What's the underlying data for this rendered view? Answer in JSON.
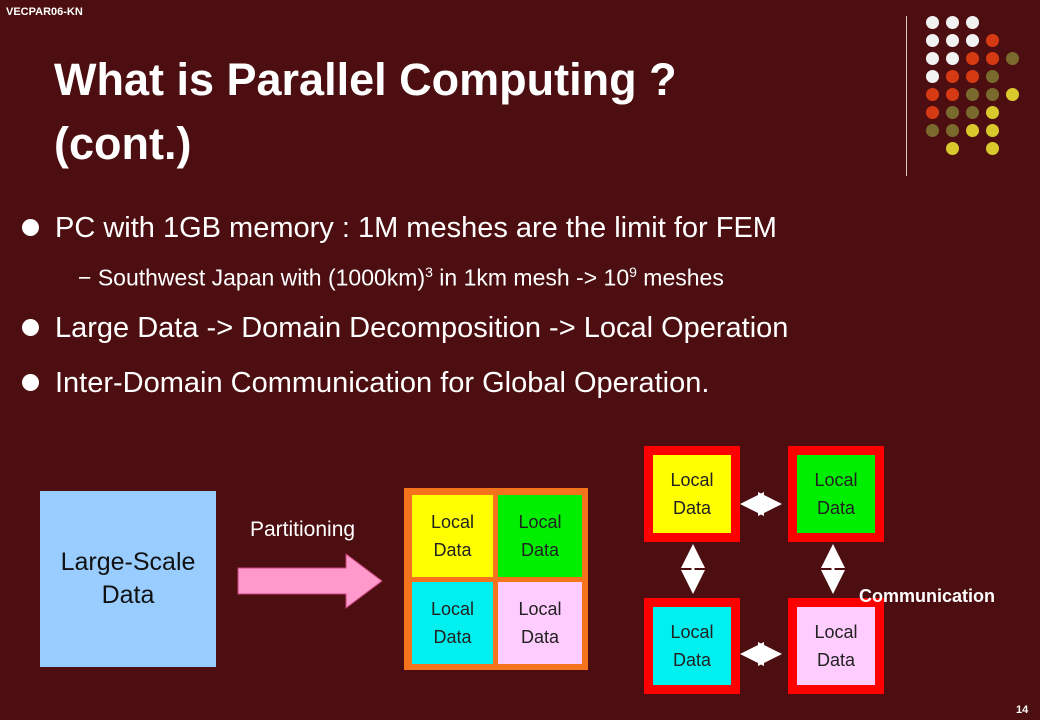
{
  "header": {
    "tag": "VECPAR06-KN",
    "page_number": "14"
  },
  "title": {
    "line1": "What is Parallel Computing ?",
    "line2": "(cont.)"
  },
  "bullets": [
    {
      "text": "PC with 1GB memory : 1M meshes are the limit for FEM"
    },
    {
      "text": "Large Data -> Domain Decomposition -> Local Operation"
    },
    {
      "text": "Inter-Domain  Communication for Global Operation."
    }
  ],
  "sub_bullet": {
    "dash": "−",
    "part1": "Southwest Japan with (1000km)",
    "exp1": "3",
    "part2": " in 1km mesh -> 10",
    "exp2": "9",
    "part3": " meshes"
  },
  "diagram": {
    "large_box": "Large-Scale\nData",
    "partition_label": "Partitioning",
    "grid_cells": [
      "Local\nData",
      "Local\nData",
      "Local\nData",
      "Local\nData"
    ],
    "nodes": [
      "Local\nData",
      "Local\nData",
      "Local\nData",
      "Local\nData"
    ],
    "communication_label": "Communication"
  },
  "colors": {
    "background": "#4c0e10",
    "yellow": "#ffff00",
    "green": "#00ee00",
    "cyan": "#00f0f0",
    "pink": "#ffccff",
    "light_blue": "#99ccff",
    "orange": "#f5731d",
    "red": "#ff0000",
    "arrow_pink": "#ff99cc"
  }
}
